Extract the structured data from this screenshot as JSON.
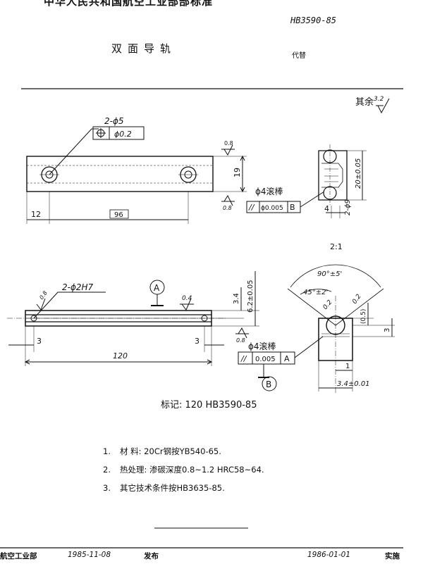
{
  "header": {
    "standard_title": "中华人民共和国航空工业部部标准",
    "standard_code": "HB3590-85",
    "part_name": "双面导轨",
    "replaces": "代替",
    "roughness_rest_label": "其余",
    "roughness_rest_value": "3.2"
  },
  "view1": {
    "hole_callout": "2-ϕ5",
    "position_tol": "ϕ0.2",
    "roughness_top": "0.8",
    "roughness_bottom": "0.8",
    "height_dim": "19",
    "left_dim": "12",
    "center_dim": "96",
    "roll_label": "ϕ4滚棒",
    "frame_symbol": "//",
    "frame_tol": "ϕ0.005",
    "frame_datum": "B"
  },
  "side_view1": {
    "height_dim": "20±0.05",
    "depth_dim": "4",
    "slot_dim": "2-ϕ9"
  },
  "scale": "2:1",
  "view2": {
    "pin_callout": "2-ϕ2H7",
    "roughness_corner": "0.8",
    "datum_label": "A",
    "roughness_top": "0.4",
    "dim_34": "3.4",
    "dim_62": "6.2±0.05",
    "end_left": "3",
    "end_right": "3",
    "length_dim": "120",
    "roughness_bottom": "0.8",
    "roll_label": "ϕ4滚棒",
    "frame_symbol": "//",
    "frame_tol": "0.005",
    "frame_datum": "A",
    "datum_b": "B"
  },
  "detail": {
    "angle_90": "90°±5'",
    "angle_45": "45°±2'",
    "roughness_a": "0.2",
    "roughness_b": "0.2",
    "dim_05": "(0.5)",
    "dim_3": "3",
    "dim_1": "1",
    "dim_34": "3.4±0.01"
  },
  "marking": "标记: 120  HB3590-85",
  "notes": [
    {
      "num": "1.",
      "text": "材 料: 20Cr钢按YB540-65."
    },
    {
      "num": "2.",
      "text": "热处理: 渗碳深度0.8~1.2 HRC58~64."
    },
    {
      "num": "3.",
      "text": "其它技术条件按HB3635-85."
    }
  ],
  "footer": {
    "org": "航空工业部",
    "issue_date": "1985-11-08",
    "issue": "发布",
    "impl_date": "1986-01-01",
    "impl": "实施"
  }
}
